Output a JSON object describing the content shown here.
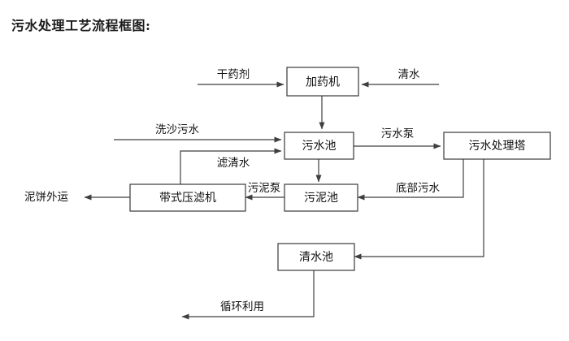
{
  "title": "污水处理工艺流程框图:",
  "colors": {
    "background": "#ffffff",
    "line": "#3f3f3f",
    "box_stroke": "#3a3a3a",
    "box_fill": "#ffffff",
    "text": "#111111",
    "title_text": "#1a1a1a"
  },
  "nodes": {
    "dosing_machine": "加药机",
    "wastewater_pool": "污水池",
    "treatment_tower": "污水处理塔",
    "sludge_pool": "污泥池",
    "belt_filter_press": "带式压滤机",
    "clean_water_pool": "清水池"
  },
  "edge_labels": {
    "dry_chemical": "干药剂",
    "clean_water_in": "清水",
    "sand_wash_wastewater": "洗沙污水",
    "filtrate": "滤清水",
    "wastewater_pump": "污水泵",
    "bottom_wastewater": "底部污水",
    "sludge_pump": "污泥泵"
  },
  "terminal_labels": {
    "mud_cake_out": "泥饼外运",
    "recycle_use": "循环利用"
  },
  "diagram_data": {
    "type": "flowchart",
    "flows": [
      {
        "from": "干药剂",
        "to": "加药机",
        "direction": "right"
      },
      {
        "from": "清水",
        "to": "加药机",
        "direction": "left"
      },
      {
        "from": "加药机",
        "to": "污水池",
        "direction": "down"
      },
      {
        "from": "洗沙污水",
        "to": "污水池",
        "direction": "right"
      },
      {
        "from": "带式压滤机",
        "to": "污水池",
        "label": "滤清水",
        "direction": "up-right"
      },
      {
        "from": "污水池",
        "to": "污水处理塔",
        "label": "污水泵",
        "direction": "right"
      },
      {
        "from": "污水池",
        "to": "污泥池",
        "direction": "down"
      },
      {
        "from": "污水处理塔",
        "to": "污泥池",
        "label": "底部污水",
        "direction": "down-left"
      },
      {
        "from": "污泥池",
        "to": "带式压滤机",
        "label": "污泥泵",
        "direction": "left"
      },
      {
        "from": "带式压滤机",
        "to": "泥饼外运",
        "direction": "left"
      },
      {
        "from": "污水处理塔",
        "to": "清水池",
        "direction": "down-left"
      },
      {
        "from": "清水池",
        "to": "循环利用",
        "direction": "down-left"
      }
    ]
  }
}
